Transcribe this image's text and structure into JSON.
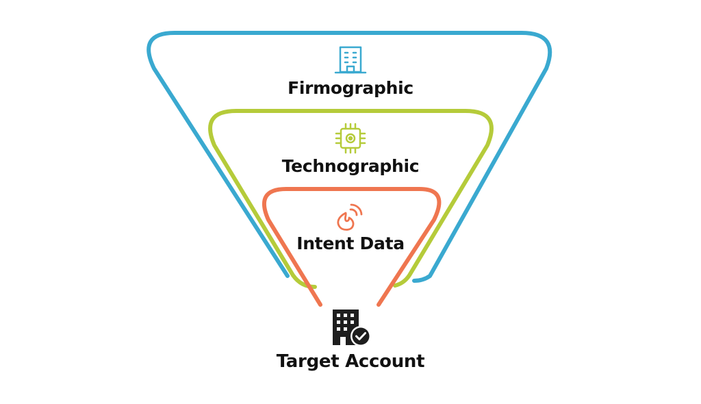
{
  "layers": [
    {
      "id": "firmographic",
      "label": "Firmographic",
      "icon": "office-building-icon",
      "color": "#3aa9d0"
    },
    {
      "id": "technographic",
      "label": "Technographic",
      "icon": "microchip-icon",
      "color": "#b5cb3a"
    },
    {
      "id": "intent",
      "label": "Intent Data",
      "icon": "flame-signal-icon",
      "color": "#ef7650"
    }
  ],
  "target": {
    "label": "Target Account",
    "icon": "building-check-icon",
    "color": "#1e1e1e"
  }
}
